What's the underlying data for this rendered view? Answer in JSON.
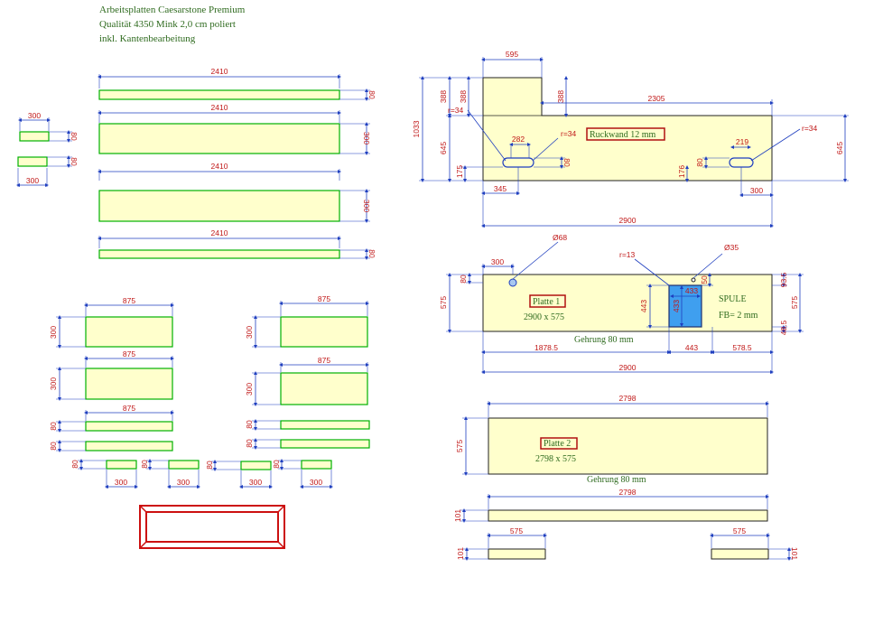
{
  "header": {
    "line1": "Arbeitsplatten Caesarstone Premium",
    "line2": "Qualität 4350 Mink 2,0 cm poliert",
    "line3": "inkl. Kantenbearbeitung"
  },
  "left_strips": [
    {
      "length": "2410",
      "height": "80"
    },
    {
      "length": "2410",
      "height": "300"
    },
    {
      "length": "2410",
      "height": "300"
    },
    {
      "length": "2410",
      "height": "80"
    }
  ],
  "small_left": [
    {
      "width": "300",
      "height": "80"
    },
    {
      "width": "300",
      "height": "80"
    }
  ],
  "mid_pieces": {
    "width_875": "875",
    "height_300": "300",
    "height_80": "80",
    "width_300": "300"
  },
  "backwall": {
    "label": "Ruckwand 12 mm",
    "dims": {
      "top_width": "595",
      "top_height_outer": "388",
      "top_height_inner": "388",
      "top_height_right": "388",
      "total_height": "1033",
      "main_height": "645",
      "right_height": "645",
      "right_length": "2305",
      "total_length": "2900",
      "radius_left": "r=34",
      "radius_mid": "r=34",
      "radius_right": "r=34",
      "slot_left_width": "282",
      "slot_left_height": "80",
      "slot_right_width": "219",
      "slot_right_height": "80",
      "bottom_offset_left": "175",
      "bottom_offset_right": "176",
      "left_offset": "345",
      "right_offset": "300"
    }
  },
  "platte1": {
    "label": "Platte 1",
    "size": "2900 x 575",
    "sink_label": "SPULE",
    "sink_fb": "FB= 2 mm",
    "miter": "Gehrung 80 mm",
    "dims": {
      "hole1": "Ø68",
      "hole2": "Ø35",
      "radius": "r=13",
      "hole_offset": "300",
      "hole_top": "80",
      "depth": "575",
      "depth_right": "575",
      "sink_w": "433",
      "sink_h": "433",
      "sink_depth": "443",
      "sink_top": "50",
      "right_top": "93.5",
      "right_bottom": "48.5",
      "seg1": "1878.5",
      "seg2": "443",
      "seg3": "578.5",
      "total": "2900"
    }
  },
  "platte2": {
    "label": "Platte 2",
    "size": "2798 x 575",
    "miter": "Gehrung 80 mm",
    "length": "2798",
    "depth": "575"
  },
  "strip_2798": {
    "length": "2798",
    "height": "101"
  },
  "small_575": [
    {
      "length": "575",
      "height": "101"
    },
    {
      "length": "575",
      "height": "101"
    }
  ],
  "colors": {
    "panel_fill": "#ffffcc",
    "panel_green": "#00b000",
    "dim_blue": "#1f3fbf",
    "dim_text_red": "#c01818",
    "label_red": "#b01010",
    "sink_blue": "#3f9fef",
    "frame_red": "#cc1010"
  }
}
